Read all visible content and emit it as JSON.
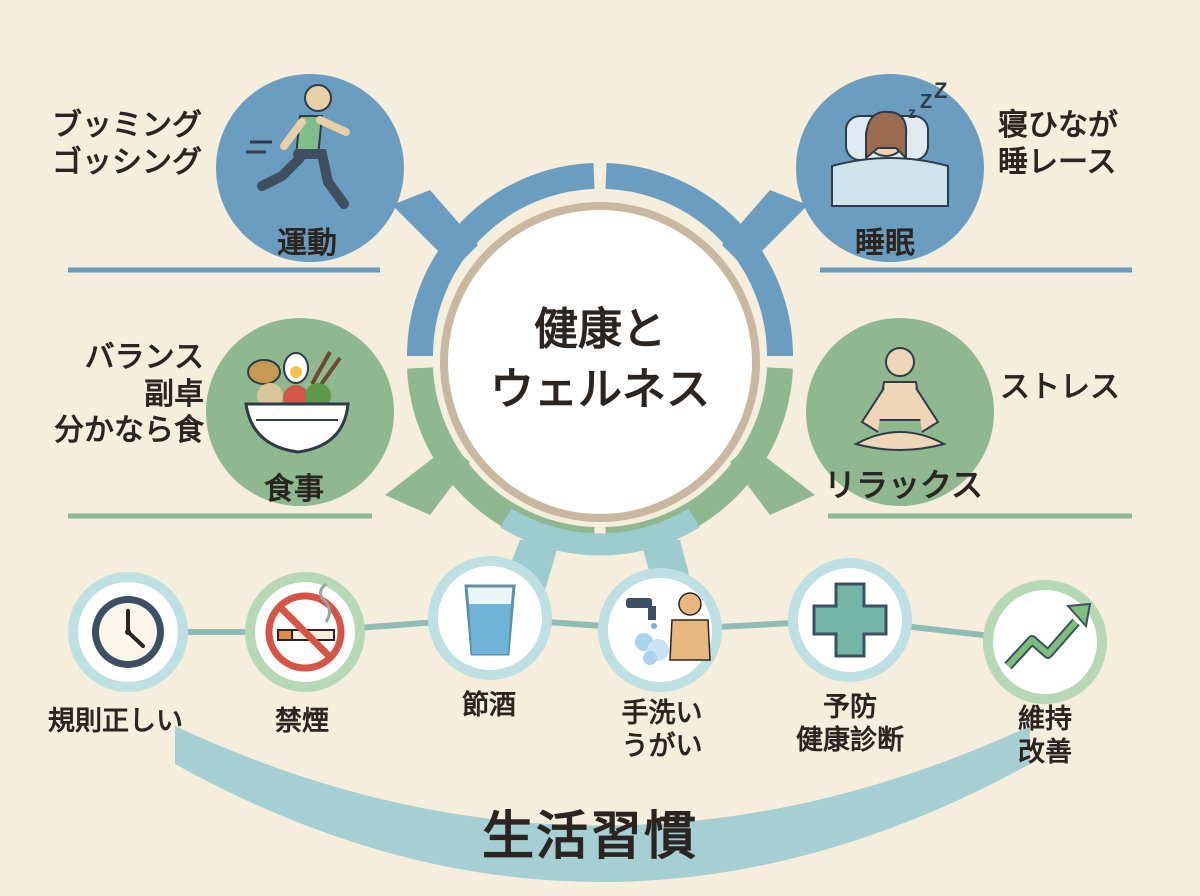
{
  "center": {
    "line1": "健康と",
    "line2": "ウェルネス"
  },
  "quadrants": {
    "exercise": {
      "title": "運動",
      "notes": [
        "ブッミング",
        "ゴッシング"
      ],
      "icon": "runner-icon",
      "color": "#6b9dc0"
    },
    "sleep": {
      "title": "睡眠",
      "notes": [
        "寝ひなが",
        "睡レース"
      ],
      "icon": "sleeping-person-icon",
      "color": "#6b9dc0"
    },
    "diet": {
      "title": "食事",
      "notes": [
        "バランス",
        "副卓",
        "分かなら食"
      ],
      "icon": "food-bowl-icon",
      "color": "#8fb890"
    },
    "relax": {
      "title": "リラックス",
      "notes": [
        "ストレス"
      ],
      "icon": "meditation-icon",
      "color": "#8fb890"
    }
  },
  "habits": [
    {
      "lines": [
        "規則正しい"
      ],
      "icon": "clock-icon"
    },
    {
      "lines": [
        "禁煙"
      ],
      "icon": "no-smoking-icon"
    },
    {
      "lines": [
        "節酒"
      ],
      "icon": "water-glass-icon"
    },
    {
      "lines": [
        "手洗い",
        "うがい"
      ],
      "icon": "hand-washing-icon"
    },
    {
      "lines": [
        "予防",
        "健康診断"
      ],
      "icon": "medical-cross-icon"
    },
    {
      "lines": [
        "維持",
        "改善"
      ],
      "icon": "rising-trend-icon"
    }
  ],
  "banner": {
    "title": "生活習慣"
  },
  "colors": {
    "background": "#f6eedc",
    "blue": "#6b9dc0",
    "green": "#8fb890",
    "teal": "#9ccbd0",
    "text": "#2b2522"
  }
}
